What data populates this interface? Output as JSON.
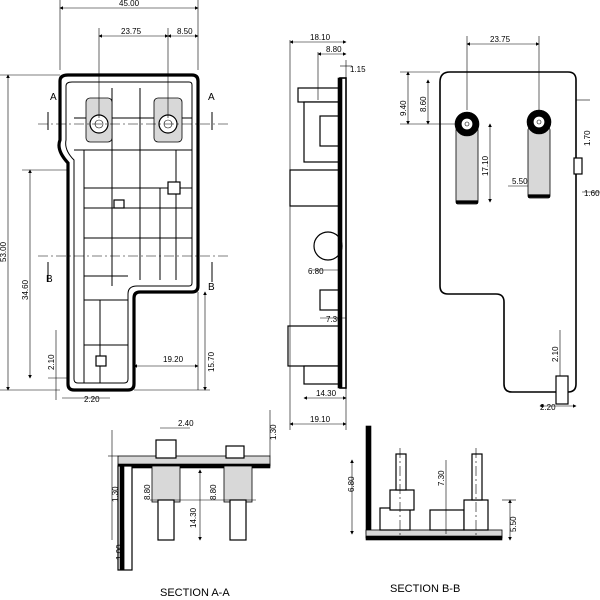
{
  "section_labels": {
    "a_left": "A",
    "a_right": "A",
    "b_left": "B",
    "b_right": "B"
  },
  "captions": {
    "section_aa": "SECTION A-A",
    "section_bb": "SECTION B-B"
  },
  "dimensions": {
    "front": {
      "width_total": "45.00",
      "pitch": "23.75",
      "right_offset": "8.50",
      "height_total": "53.00",
      "height_b": "34.60",
      "foot_height": "2.10",
      "foot_width": "2.20",
      "step_width": "19.20",
      "step_height": "15.70"
    },
    "side": {
      "depth_total": "18.10",
      "depth_top": "8.80",
      "lip": "1.15",
      "hole": "6.80",
      "mid": "7.30",
      "base": "14.30",
      "bottom_total": "19.10"
    },
    "rear": {
      "pitch": "23.75",
      "top_a": "9.40",
      "top_b": "8.60",
      "post_len": "17.10",
      "post_w": "5.50",
      "pin_off": "1.70",
      "pin_w": "1.60",
      "foot_h": "2.10",
      "foot_w": "2.20"
    },
    "section_aa": {
      "top_w": "2.40",
      "right_h": "1.30",
      "left_h": "1.30",
      "post_h": "8.80",
      "post_h2": "8.80",
      "depth": "14.30",
      "foot": "1.00"
    },
    "section_bb": {
      "wall_h": "6.80",
      "mid_h": "7.30",
      "base_h": "5.50"
    }
  }
}
